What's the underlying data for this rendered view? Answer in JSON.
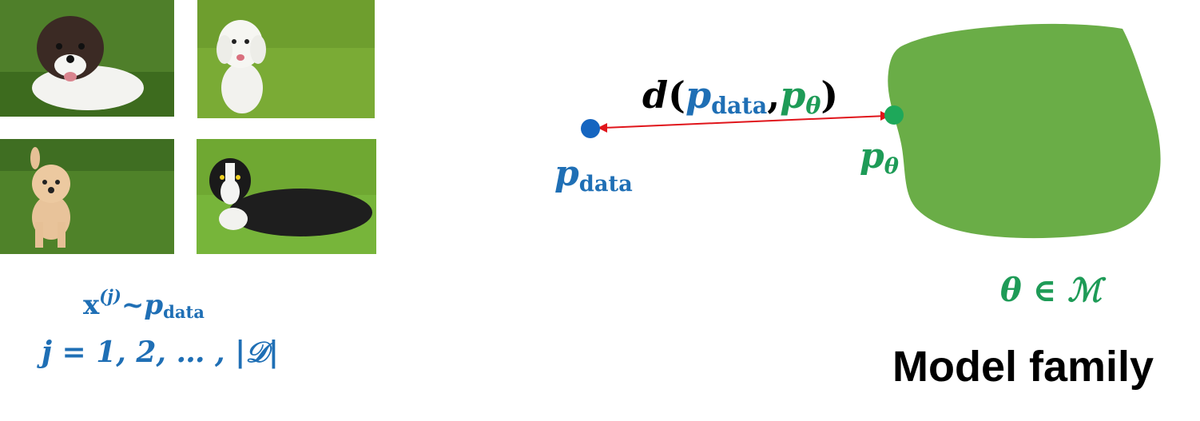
{
  "images": [
    {
      "name": "dog-photo-1",
      "subject": "black and white puppy lying on grass"
    },
    {
      "name": "dog-photo-2",
      "subject": "white poodle sitting on grass"
    },
    {
      "name": "dog-photo-3",
      "subject": "cream doodle puppy standing on grass"
    },
    {
      "name": "dog-photo-4",
      "subject": "black and white border collie lying on grass"
    }
  ],
  "samples": {
    "x": "x",
    "sup": "(j)",
    "tilde": "~",
    "p": "p",
    "data_sub": "data",
    "index_line": "j = 1, 2, … , |𝒟|"
  },
  "distance": {
    "d": "d",
    "open": "(",
    "p_data": "p",
    "data_sub": "data",
    "comma": ",",
    "p_theta": "p",
    "theta_sub": "θ",
    "close": ")"
  },
  "p_data_label": {
    "p": "p",
    "sub": "data"
  },
  "p_theta_label": {
    "p": "p",
    "sub": "θ"
  },
  "theta_in_M": "θ ∈ ℳ",
  "model_family_title": "Model family",
  "colors": {
    "data": "#1f6fb5",
    "model": "#1e9b57",
    "blob": "#6aad47",
    "arrow": "#e0151b"
  }
}
